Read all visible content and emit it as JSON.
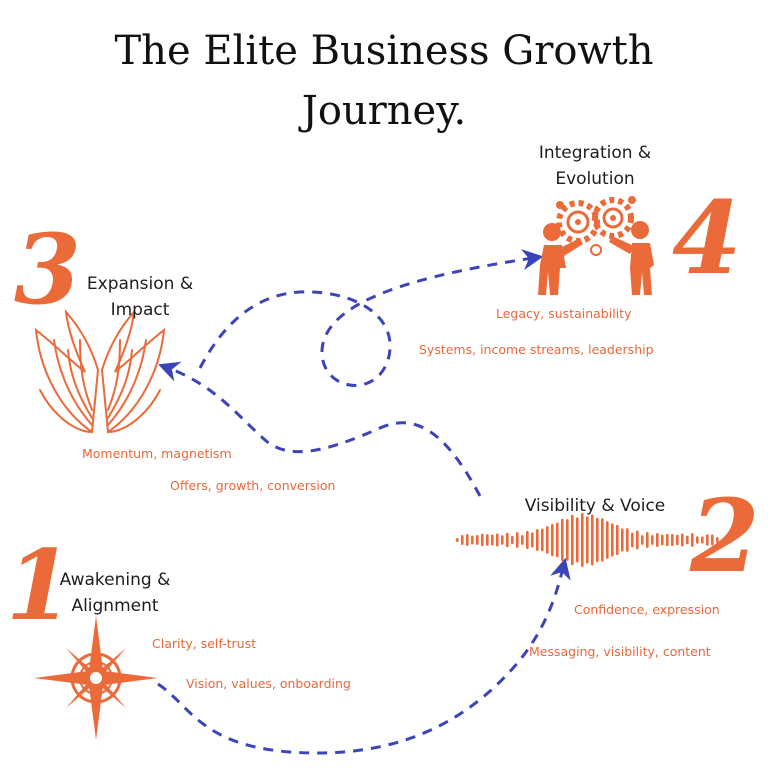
{
  "title_line1": "The Elite Business Growth",
  "title_line2": "Journey.",
  "colors": {
    "accent": "#ea6a3a",
    "path": "#3b44b8",
    "text": "#1d1d1d"
  },
  "stages": [
    {
      "number": "1",
      "title_line1": "Awakening &",
      "title_line2": "Alignment",
      "icon": "compass-icon",
      "points": [
        "Clarity, self-trust",
        "Vision, values, onboarding"
      ]
    },
    {
      "number": "2",
      "title_line1": "Visibility & Voice",
      "icon": "sound-wave-icon",
      "points": [
        "Confidence, expression",
        "Messaging, visibility, content"
      ]
    },
    {
      "number": "3",
      "title_line1": "Expansion &",
      "title_line2": "Impact",
      "icon": "wings-icon",
      "points": [
        "Momentum, magnetism",
        "Offers, growth, conversion"
      ]
    },
    {
      "number": "4",
      "title_line1": "Integration &",
      "title_line2": "Evolution",
      "icon": "gear-team-icon",
      "points": [
        "Legacy, sustainability",
        "Systems, income streams, leadership"
      ]
    }
  ]
}
